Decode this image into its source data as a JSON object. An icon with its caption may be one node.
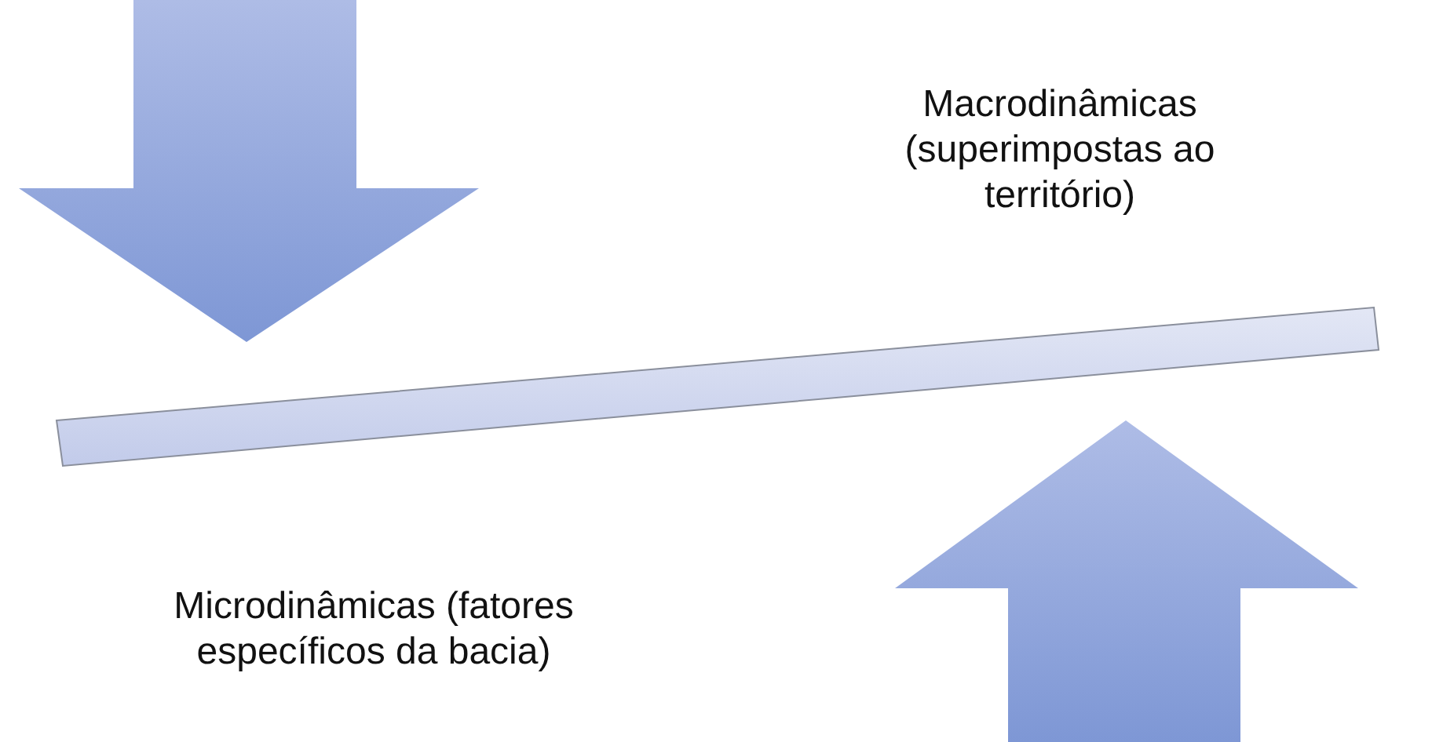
{
  "diagram": {
    "nodes": [
      {
        "text": [],
        "shape": "bar"
      }
    ],
    "labels": [
      "Macrodinâmicas (superimpostas ao território)",
      "Microdinâmicas (fatores específicos da bacia)"
    ]
  }
}
